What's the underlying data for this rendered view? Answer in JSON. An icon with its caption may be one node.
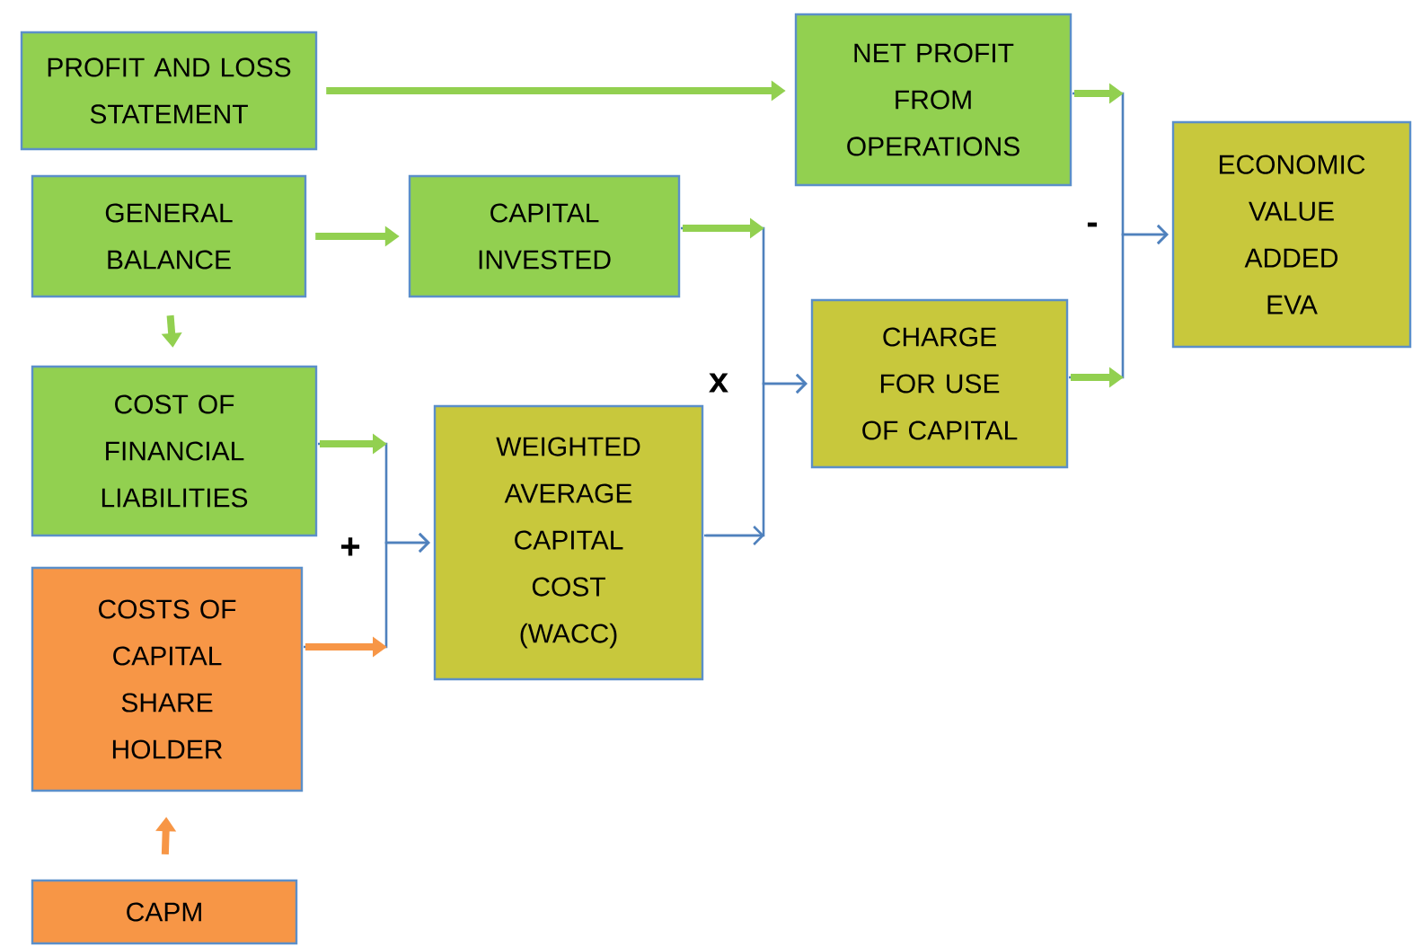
{
  "diagram": {
    "nodes": [
      {
        "text": [
          "PROFIT AND LOSS STATEMENT"
        ]
      },
      {
        "text": [
          "NET PROFIT FROM OPERATIONS"
        ]
      },
      {
        "text": [
          "ECONOMIC VALUE ADDED EVA"
        ]
      },
      {
        "text": [
          "GENERAL BALANCE"
        ]
      },
      {
        "text": [
          "CAPITAL INVESTED"
        ]
      },
      {
        "text": [
          "CHARGE FOR USE OF CAPITAL"
        ]
      },
      {
        "text": [
          "COST OF FINANCIAL LIABILITIES"
        ]
      },
      {
        "text": [
          "WEIGHTED AVERAGE CAPITAL COST (WACC)"
        ]
      },
      {
        "text": [
          "COSTS OF CAPITAL SHARE HOLDER"
        ]
      },
      {
        "text": [
          "CAPM"
        ]
      }
    ],
    "edges": [
      {
        "from": 0,
        "to": 1,
        "arrow": "to",
        "style": "thick",
        "color": "#92d050"
      },
      {
        "from": 3,
        "to": 4,
        "arrow": "to",
        "style": "thick",
        "color": "#92d050"
      },
      {
        "from": 3,
        "to": 6,
        "arrow": "to",
        "style": "thick",
        "color": "#92d050"
      },
      {
        "from": 9,
        "to": 8,
        "arrow": "to",
        "style": "thick",
        "color": "#f79646"
      },
      {
        "from": 6,
        "to": 7,
        "arrow": "to"
      },
      {
        "from": 8,
        "to": 7,
        "arrow": "to"
      },
      {
        "from": 4,
        "to": 5,
        "arrow": "to"
      },
      {
        "from": 7,
        "to": 5,
        "arrow": "to"
      },
      {
        "from": 1,
        "to": 2,
        "arrow": "to"
      },
      {
        "from": 5,
        "to": 2,
        "arrow": "to"
      }
    ],
    "labels": [
      "+",
      "x",
      "-"
    ]
  }
}
